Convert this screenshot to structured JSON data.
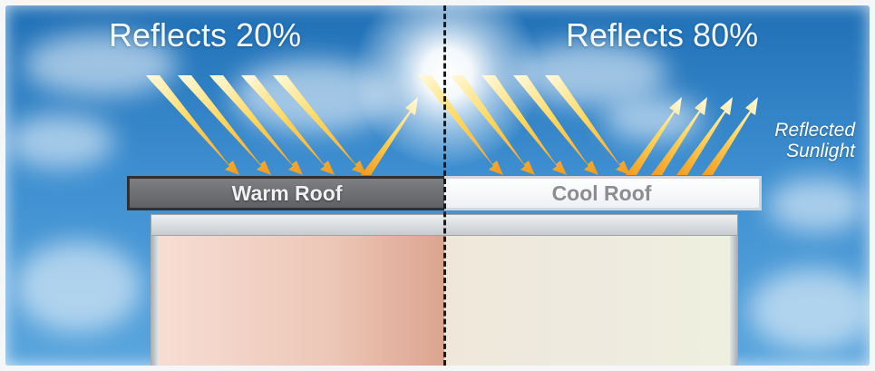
{
  "headlines": {
    "warm": "Reflects 20%",
    "cool": "Reflects 80%"
  },
  "annotation": {
    "line1": "Reflected",
    "line2": "Sunlight"
  },
  "roofs": {
    "warm_label": "Warm Roof",
    "cool_label": "Cool Roof"
  },
  "colors": {
    "sky": "#3d8ed0",
    "ray_start": "#fffbe0",
    "ray_end": "#f39a1c",
    "warm_roof": "#6e7074",
    "cool_roof": "#ffffff",
    "warm_wall": "#e7b8a6",
    "cool_wall": "#efecdc"
  }
}
